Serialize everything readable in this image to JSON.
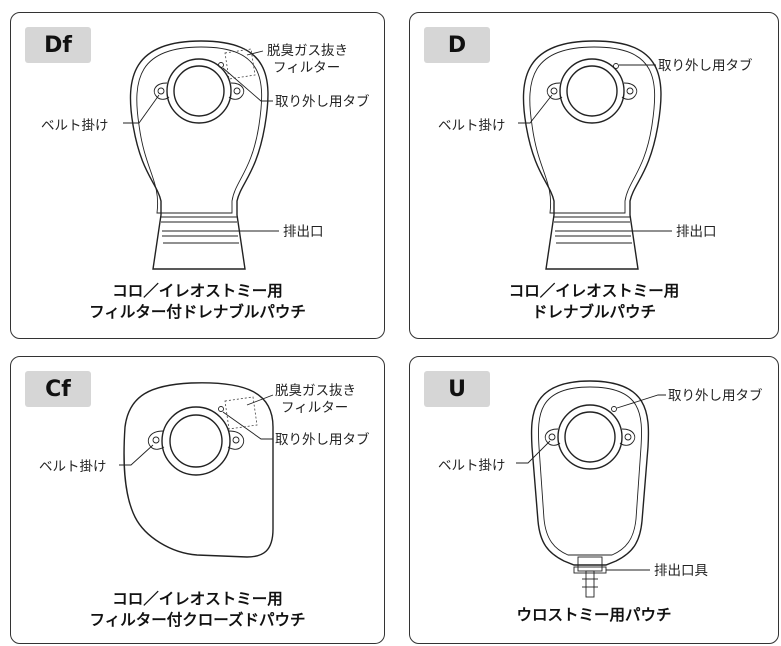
{
  "panels": {
    "df": {
      "badge": "Df",
      "labels": {
        "filter_line1": "脱臭ガス抜き",
        "filter_line2": "フィルター",
        "tab": "取り外し用タブ",
        "belt": "ベルト掛け",
        "outlet": "排出口"
      },
      "caption_line1": "コロ／イレオストミー用",
      "caption_line2": "フィルター付ドレナブルパウチ"
    },
    "d": {
      "badge": "D",
      "labels": {
        "tab": "取り外し用タブ",
        "belt": "ベルト掛け",
        "outlet": "排出口"
      },
      "caption_line1": "コロ／イレオストミー用",
      "caption_line2": "ドレナブルパウチ"
    },
    "cf": {
      "badge": "Cf",
      "labels": {
        "filter_line1": "脱臭ガス抜き",
        "filter_line2": "フィルター",
        "tab": "取り外し用タブ",
        "belt": "ベルト掛け"
      },
      "caption_line1": "コロ／イレオストミー用",
      "caption_line2": "フィルター付クローズドパウチ"
    },
    "u": {
      "badge": "U",
      "labels": {
        "tab": "取り外し用タブ",
        "belt": "ベルト掛け",
        "outlet": "排出口具"
      },
      "caption_line1": "ウロストミー用パウチ"
    }
  }
}
